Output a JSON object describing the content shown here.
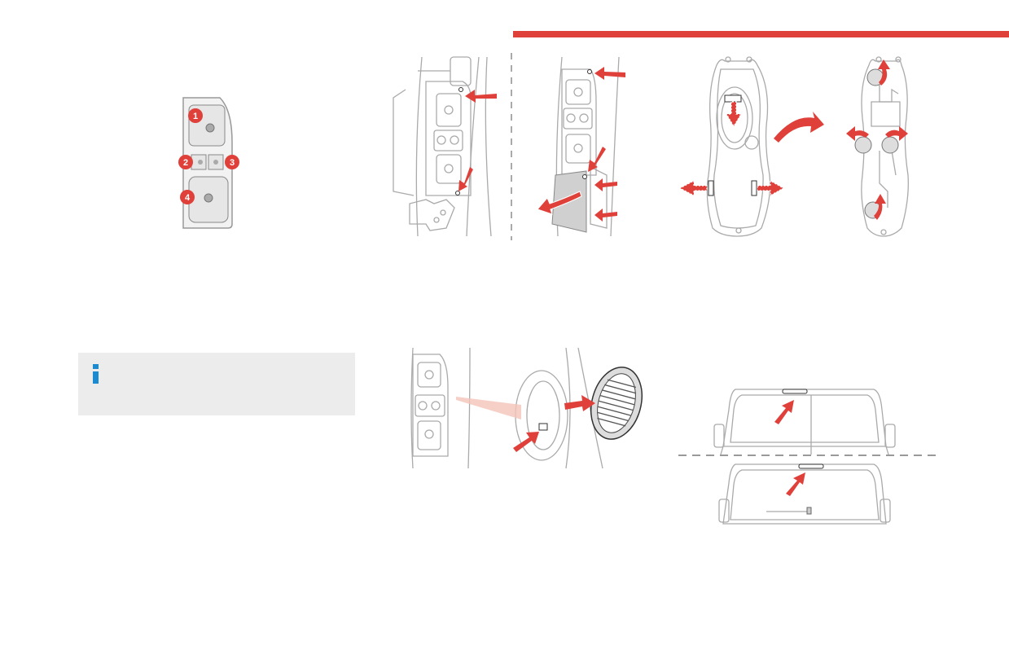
{
  "page": {
    "accent_color": "#e0403a",
    "info_color": "#1a8ad1",
    "line_color": "#aaaaaa",
    "panel_color": "#ececec"
  },
  "lamp_cluster": {
    "lamp_labels": [
      "1",
      "2",
      "3",
      "4"
    ]
  },
  "info_box": {
    "icon": "info-icon",
    "text": ""
  },
  "icons": {
    "info": "info-icon",
    "arrow": "arrow-icon"
  }
}
